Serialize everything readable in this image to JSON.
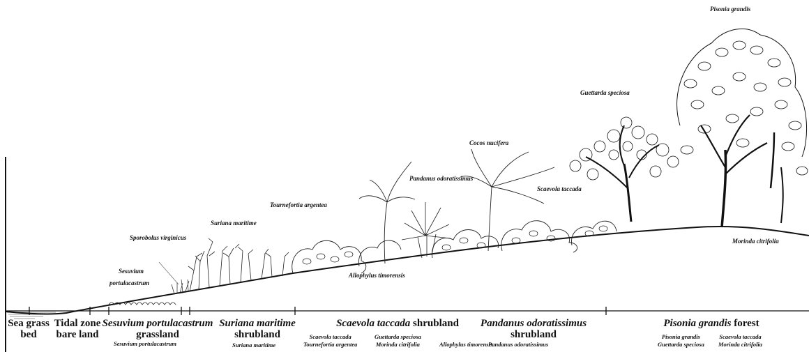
{
  "plant_labels": {
    "pisonia_top": "Pisonia grandis",
    "guettarda": "Guettarda speciosa",
    "cocos": "Cocos nucifera",
    "pandanus": "Pandanus odoratissimus",
    "scaevola": "Scaevola taccada",
    "tournefortia": "Tournefortia argentea",
    "suriana": "Suriana maritime",
    "sporobolus": "Sporobolus virginicus",
    "sesuvium_line1": "Sesuvium",
    "sesuvium_line2": "portulacastrum",
    "allophylus": "Allophylus timorensis",
    "morinda": "Morinda citrifolia"
  },
  "zones": {
    "seagrass": {
      "line1": "Sea grass",
      "line2": "bed"
    },
    "tidal": {
      "line1": "Tidal zone",
      "line2": "bare land"
    },
    "sesuvium": {
      "italic": "Sesuvium portulacastrum",
      "line2": "grassland",
      "species": "Sesuvium portulacastrum"
    },
    "suriana": {
      "italic": "Suriana maritime",
      "line2": "shrubland",
      "species": "Suriana maritime"
    },
    "scaevola": {
      "italic": "Scaevola taccada",
      "suffix": " shrubland",
      "sp_a1": "Scaevola taccada",
      "sp_a2": "Tournefortia argentea",
      "sp_b1": "Guettarda speciosa",
      "sp_b2": "Morinda citrifolia",
      "sp_c1": "Allophylus timorensis"
    },
    "pandanus": {
      "italic": "Pandanus odoratissimus",
      "line2": "shrubland",
      "species": "Pandanus odoratissimus"
    },
    "pisonia": {
      "italic": "Pisonia grandis",
      "suffix": " forest",
      "sp_a1": "Pisonia grandis",
      "sp_a2": "Guettarda speciosa",
      "sp_b1": "Scaevola taccada",
      "sp_b2": "Morinda citrifolia"
    }
  }
}
